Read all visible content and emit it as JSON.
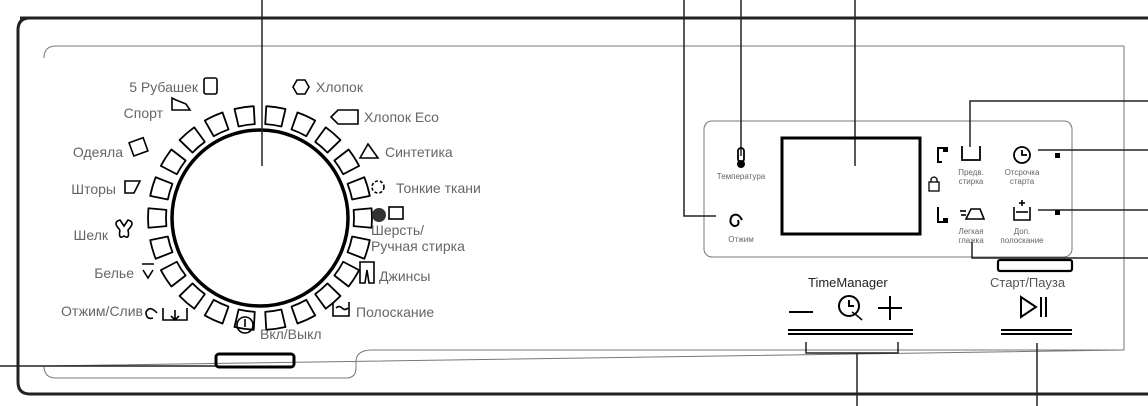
{
  "programs": {
    "shirts": "5 Рубашек",
    "sport": "Спорт",
    "blankets": "Одеяла",
    "curtains": "Шторы",
    "silk": "Шелк",
    "underwear": "Белье",
    "spin_drain": "Отжим/Слив",
    "cotton": "Хлопок",
    "cotton_eco": "Хлопок Eco",
    "synthetics": "Синтетика",
    "delicates": "Тонкие ткани",
    "wool_line1": "Шерсть/",
    "wool_line2": "Ручная стирка",
    "jeans": "Джинсы",
    "rinse": "Полоскание",
    "on_off": "Вкл/Выкл"
  },
  "buttons": {
    "temperature": "Температура",
    "spin": "Отжим",
    "prewash_line1": "Предв.",
    "prewash_line2": "стирка",
    "delay_line1": "Отсрочка",
    "delay_line2": "старта",
    "easy_iron_line1": "Легкая",
    "easy_iron_line2": "глажка",
    "extra_rinse_line1": "Доп.",
    "extra_rinse_line2": "полоскание"
  },
  "time_manager": {
    "label": "TimeManager",
    "minus": "–",
    "plus": "+"
  },
  "start_pause": {
    "label": "Старт/Пауза"
  }
}
